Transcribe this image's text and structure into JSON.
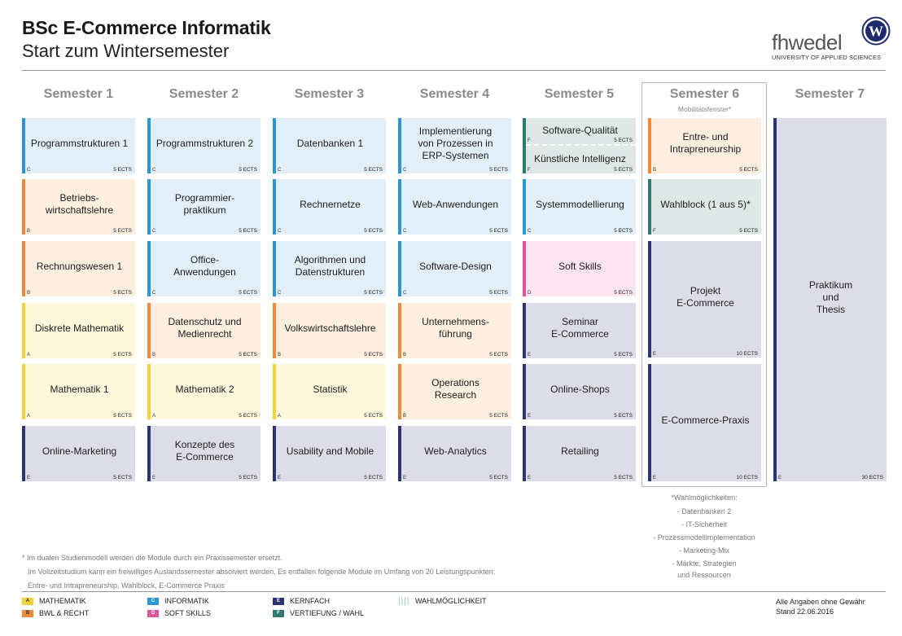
{
  "header": {
    "title": "BSc E-Commerce Informatik",
    "subtitle": "Start zum Wintersemester"
  },
  "logo": {
    "wordmark": "fhwedel",
    "tagline": "UNIVERSITY OF APPLIED SCIENCES",
    "emblem_letter": "W"
  },
  "semesters": [
    {
      "label": "Semester 1"
    },
    {
      "label": "Semester 2"
    },
    {
      "label": "Semester 3"
    },
    {
      "label": "Semester 4"
    },
    {
      "label": "Semester 5"
    },
    {
      "label": "Semester 6",
      "sub": "Mobilitätsfenster*"
    },
    {
      "label": "Semester 7"
    }
  ],
  "modules": {
    "s1": [
      {
        "name": "Programmstrukturen 1",
        "cat": "C",
        "ects": "5 ECTS"
      },
      {
        "name": "Betriebs-\nwirtschaftslehre",
        "cat": "B",
        "ects": "5 ECTS"
      },
      {
        "name": "Rechnungswesen 1",
        "cat": "B",
        "ects": "5 ECTS"
      },
      {
        "name": "Diskrete Mathematik",
        "cat": "A",
        "ects": "5 ECTS"
      },
      {
        "name": "Mathematik 1",
        "cat": "A",
        "ects": "5 ECTS"
      },
      {
        "name": "Online-Marketing",
        "cat": "E",
        "ects": "5 ECTS"
      }
    ],
    "s2": [
      {
        "name": "Programmstrukturen 2",
        "cat": "C",
        "ects": "5 ECTS"
      },
      {
        "name": "Programmier-\npraktikum",
        "cat": "C",
        "ects": "5 ECTS"
      },
      {
        "name": "Office-\nAnwendungen",
        "cat": "C",
        "ects": "5 ECTS"
      },
      {
        "name": "Datenschutz und\nMedienrecht",
        "cat": "B",
        "ects": "5 ECTS"
      },
      {
        "name": "Mathematik 2",
        "cat": "A",
        "ects": "5 ECTS"
      },
      {
        "name": "Konzepte des\nE-Commerce",
        "cat": "E",
        "ects": "5 ECTS"
      }
    ],
    "s3": [
      {
        "name": "Datenbanken 1",
        "cat": "C",
        "ects": "5 ECTS"
      },
      {
        "name": "Rechnernetze",
        "cat": "C",
        "ects": "5 ECTS"
      },
      {
        "name": "Algorithmen und\nDatenstrukturen",
        "cat": "C",
        "ects": "5 ECTS"
      },
      {
        "name": "Volkswirtschaftslehre",
        "cat": "B",
        "ects": "5 ECTS"
      },
      {
        "name": "Statistik",
        "cat": "A",
        "ects": "5 ECTS"
      },
      {
        "name": "Usability and Mobile",
        "cat": "E",
        "ects": "5 ECTS"
      }
    ],
    "s4": [
      {
        "name": "Implementierung\nvon Prozessen in\nERP-Systemen",
        "cat": "C",
        "ects": "5 ECTS"
      },
      {
        "name": "Web-Anwendungen",
        "cat": "C",
        "ects": "5 ECTS"
      },
      {
        "name": "Software-Design",
        "cat": "C",
        "ects": "5 ECTS"
      },
      {
        "name": "Unternehmens-\nführung",
        "cat": "B",
        "ects": "5 ECTS"
      },
      {
        "name": "Operations\nResearch",
        "cat": "B",
        "ects": "5 ECTS"
      },
      {
        "name": "Web-Analytics",
        "cat": "E",
        "ects": "5 ECTS"
      }
    ],
    "s5_split": {
      "top": {
        "name": "Software-Qualität",
        "cat": "F",
        "ects": "5 ECTS"
      },
      "bottom": {
        "name": "Künstliche Intelligenz",
        "cat": "F",
        "ects": "5 ECTS"
      }
    },
    "s5": [
      {
        "name": "Systemmodellierung",
        "cat": "C",
        "ects": "5 ECTS"
      },
      {
        "name": "Soft Skills",
        "cat": "D",
        "ects": "5 ECTS"
      },
      {
        "name": "Seminar\nE-Commerce",
        "cat": "E",
        "ects": "5 ECTS"
      },
      {
        "name": "Online-Shops",
        "cat": "E",
        "ects": "5 ECTS"
      },
      {
        "name": "Retailing",
        "cat": "E",
        "ects": "5 ECTS"
      }
    ],
    "s6": [
      {
        "name": "Entre- und\nIntrapreneurship",
        "cat": "B",
        "ects": "5 ECTS"
      },
      {
        "name": "Wahlblock (1 aus 5)*",
        "cat": "F",
        "ects": "5 ECTS"
      },
      {
        "name": "Projekt\nE-Commerce",
        "cat": "E",
        "ects": "10 ECTS"
      },
      {
        "name": "E-Commerce-Praxis",
        "cat": "E",
        "ects": "10 ECTS"
      }
    ],
    "s7": [
      {
        "name": "Praktikum\nund\nThesis",
        "cat": "E",
        "ects": "30 ECTS"
      }
    ]
  },
  "wahl_notes": {
    "title": "*Wahlmöglichkeiten:",
    "items": [
      "- Datenbanken 2",
      "- IT-Sicherheit",
      "- Prozessmodellimplementation",
      "- Marketing-Mix",
      "- Märkte, Strategien\nund Ressourcen"
    ]
  },
  "footnote": [
    "* Im dualen Studienmodell werden die Module durch ein Praxissemester ersetzt.",
    "Im Vollzeitstudium kann ein freiwilliges Auslandssemester absolviert werden. Es entfallen folgende Module im Umfang von 20 Leistungspunkten:",
    "Entre- und Intrapreneurship, Wahlblock, E-Commerce Praxis"
  ],
  "legend": [
    {
      "code": "A",
      "label": "MATHEMATIK"
    },
    {
      "code": "B",
      "label": "BWL & RECHT"
    },
    {
      "code": "C",
      "label": "INFORMATIK"
    },
    {
      "code": "D",
      "label": "SOFT SKILLS"
    },
    {
      "code": "E",
      "label": "KERNFACH"
    },
    {
      "code": "F",
      "label": "VERTIEFUNG / WAHL"
    },
    {
      "code": "||||",
      "label": "WAHLMÖGLICHKEIT"
    }
  ],
  "disclaimer": {
    "line1": "Alle Angaben ohne Gewähr",
    "line2": "Stand 22.06.2016"
  },
  "colors": {
    "A": "#f0d43a",
    "B": "#ee8a3a",
    "C": "#2b96d5",
    "D": "#e0559a",
    "E": "#2e3470",
    "F": "#2f7a6e"
  }
}
